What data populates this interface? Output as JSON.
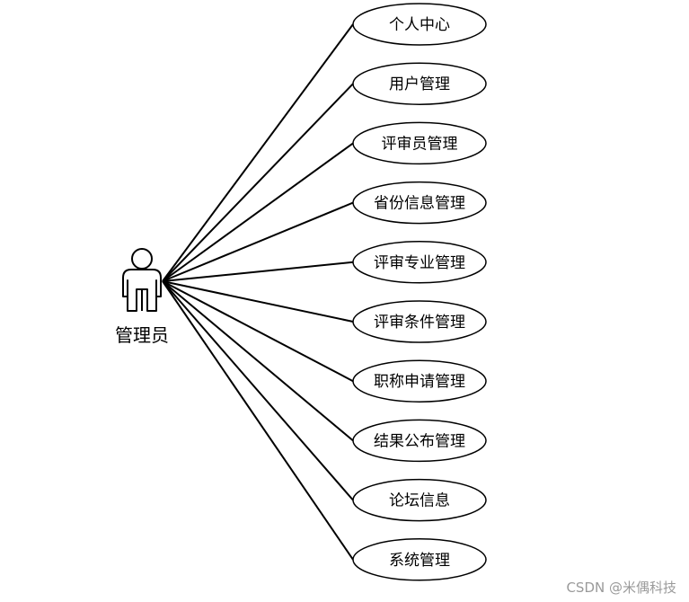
{
  "actor": {
    "label": "管理员",
    "icon": "person-icon"
  },
  "use_cases": [
    {
      "label": "个人中心"
    },
    {
      "label": "用户管理"
    },
    {
      "label": "评审员管理"
    },
    {
      "label": "省份信息管理"
    },
    {
      "label": "评审专业管理"
    },
    {
      "label": "评审条件管理"
    },
    {
      "label": "职称申请管理"
    },
    {
      "label": "结果公布管理"
    },
    {
      "label": "论坛信息"
    },
    {
      "label": "系统管理"
    }
  ],
  "watermark": "CSDN @米偶科技"
}
